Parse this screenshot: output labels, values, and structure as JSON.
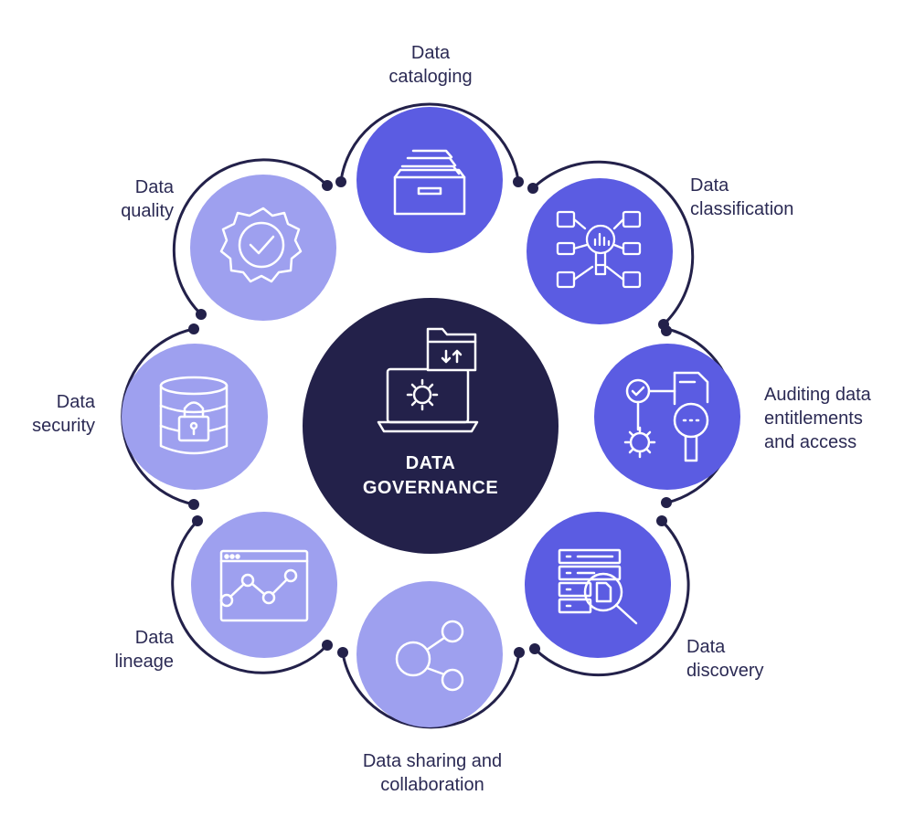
{
  "center": {
    "title_line1": "DATA",
    "title_line2": "GOVERNANCE",
    "icon": "laptop-gear-folder-icon"
  },
  "nodes": [
    {
      "id": "cataloging",
      "line1": "Data",
      "line2": "cataloging",
      "icon": "file-drawer-icon",
      "color": "#5b5ce2"
    },
    {
      "id": "classification",
      "line1": "Data",
      "line2": "classification",
      "icon": "magnifier-network-icon",
      "color": "#5b5ce2"
    },
    {
      "id": "auditing",
      "line1": "Auditing data",
      "line2": "entitlements",
      "line3": "and access",
      "icon": "audit-gear-search-icon",
      "color": "#5b5ce2"
    },
    {
      "id": "discovery",
      "line1": "Data",
      "line2": "discovery",
      "icon": "server-search-icon",
      "color": "#5b5ce2"
    },
    {
      "id": "sharing",
      "line1": "Data sharing and",
      "line2": "collaboration",
      "icon": "share-icon",
      "color": "#9ea0ef"
    },
    {
      "id": "lineage",
      "line1": "Data",
      "line2": "lineage",
      "icon": "line-chart-window-icon",
      "color": "#9ea0ef"
    },
    {
      "id": "security",
      "line1": "Data",
      "line2": "security",
      "icon": "database-lock-icon",
      "color": "#9ea0ef"
    },
    {
      "id": "quality",
      "line1": "Data",
      "line2": "quality",
      "icon": "badge-check-icon",
      "color": "#9ea0ef"
    }
  ],
  "colors": {
    "center": "#23214a",
    "ring": "#23214a",
    "text": "#2b2a54",
    "dark_node": "#5b5ce2",
    "light_node": "#9ea0ef"
  }
}
